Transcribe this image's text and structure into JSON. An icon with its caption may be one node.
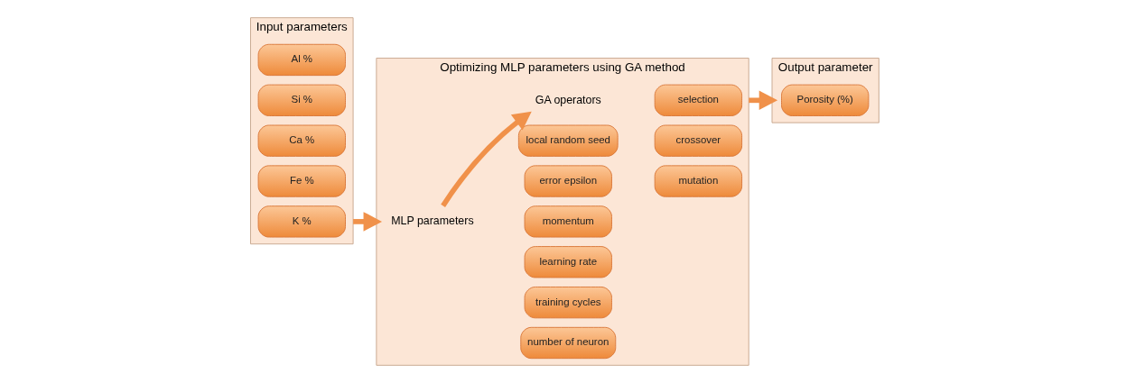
{
  "diagram": {
    "nodes": [
      {
        "text": [
          "Input parameters"
        ]
      },
      {
        "text": [
          "Al %"
        ],
        "in": 0
      },
      {
        "text": [
          "Si %"
        ],
        "in": 0
      },
      {
        "text": [
          "Ca %"
        ],
        "in": 0
      },
      {
        "text": [
          "Fe %"
        ],
        "in": 0
      },
      {
        "text": [
          "K %"
        ],
        "in": 0
      },
      {
        "text": [
          "Optimizing MLP parameters using GA method"
        ]
      },
      {
        "text": [
          "MLP parameters"
        ],
        "in": 6
      },
      {
        "text": [
          "number of neuron"
        ],
        "in": 6
      },
      {
        "text": [
          "training cycles"
        ],
        "in": 6
      },
      {
        "text": [
          "learning rate"
        ],
        "in": 6
      },
      {
        "text": [
          "momentum"
        ],
        "in": 6
      },
      {
        "text": [
          "error epsilon"
        ],
        "in": 6
      },
      {
        "text": [
          "local random seed"
        ],
        "in": 6
      },
      {
        "text": [
          "GA operators"
        ],
        "in": 6
      },
      {
        "text": [
          "mutation"
        ],
        "in": 6
      },
      {
        "text": [
          "crossover"
        ],
        "in": 6
      },
      {
        "text": [
          "selection"
        ],
        "in": 6
      },
      {
        "text": [
          "Output parameter"
        ]
      },
      {
        "text": [
          "Porosity (%)"
        ],
        "in": 18
      }
    ],
    "edges": [
      {
        "from": 0,
        "to": 6,
        "arrow": "to"
      },
      {
        "from": 7,
        "to": 14,
        "arrow": "to"
      },
      {
        "from": 6,
        "to": 18,
        "arrow": "to"
      }
    ]
  }
}
